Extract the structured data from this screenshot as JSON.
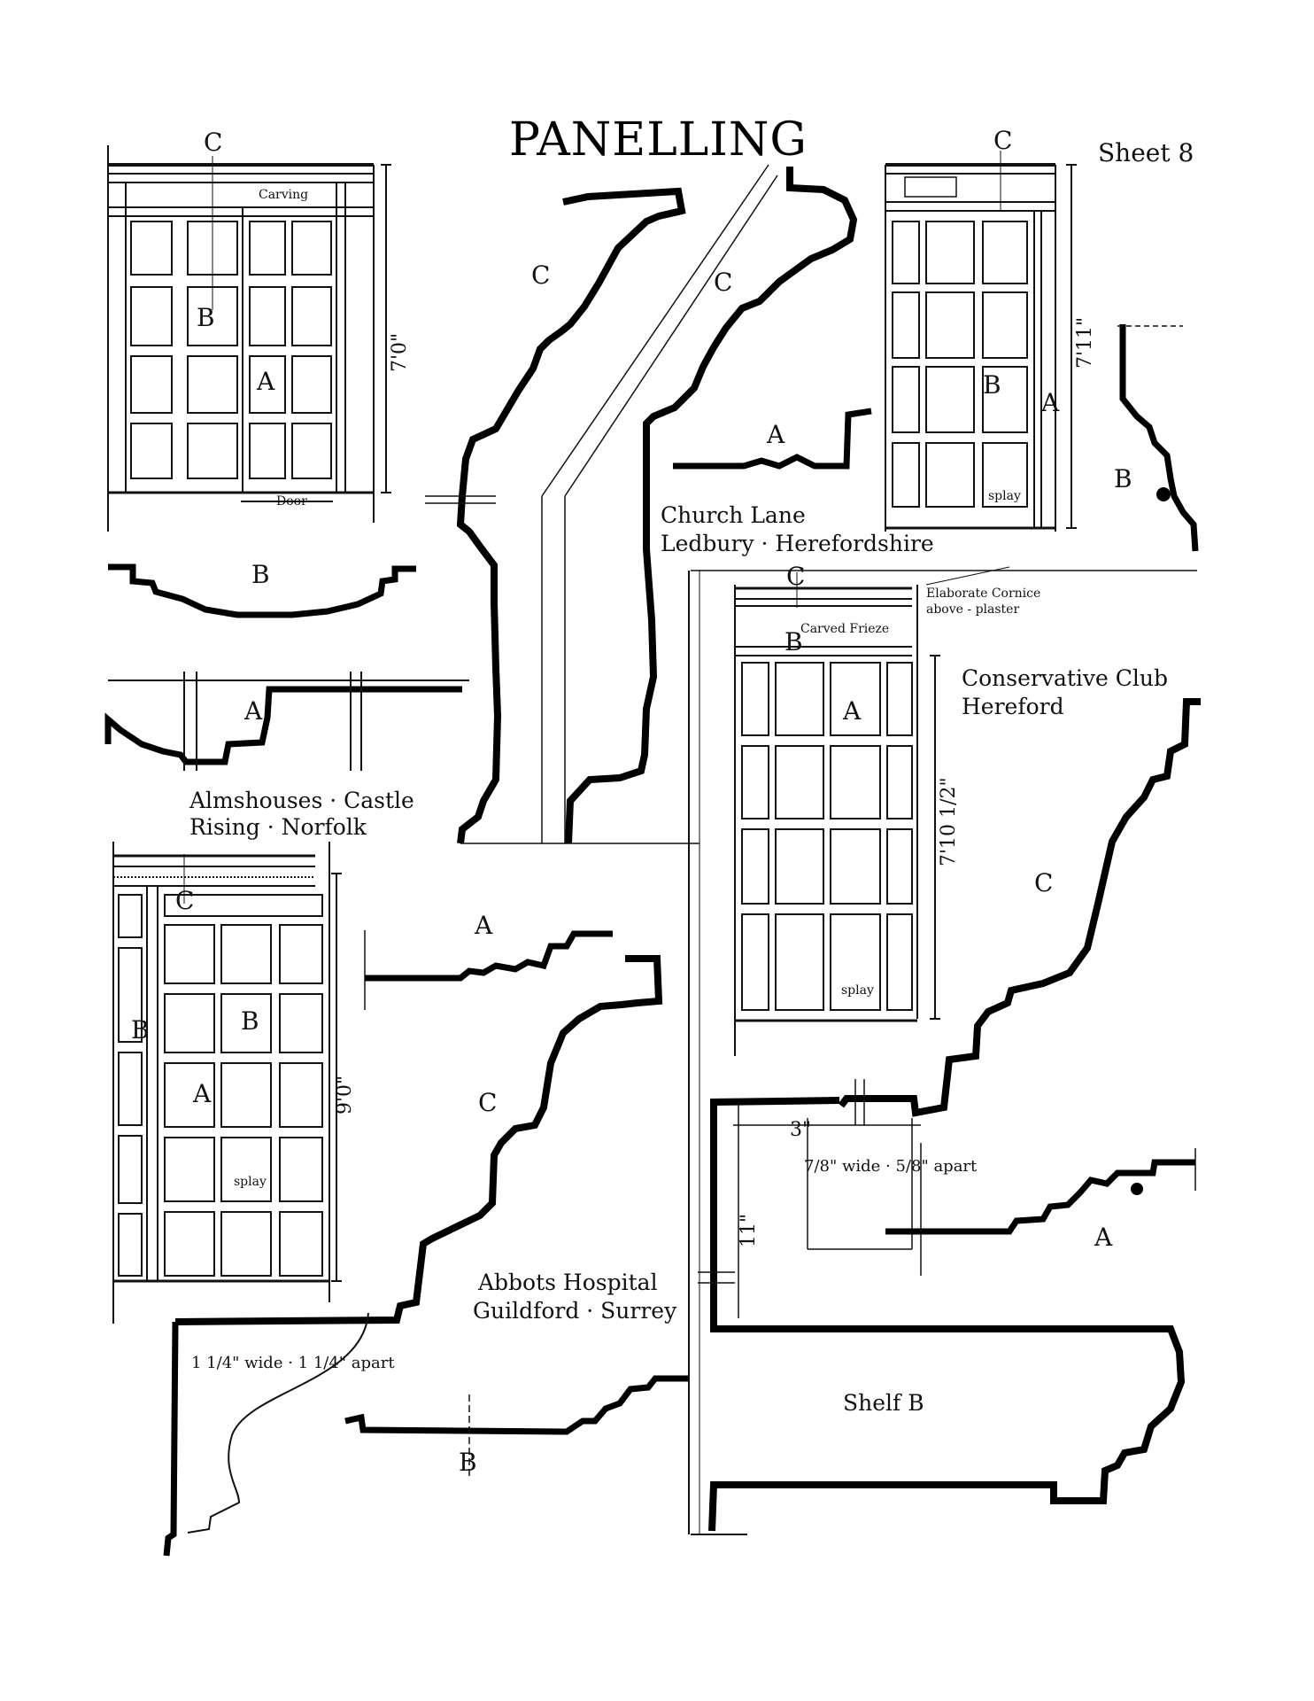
{
  "title": "PANELLING",
  "sheet": "Sheet 8",
  "locations": {
    "almshouses": [
      "Almshouses · Castle",
      "Rising · Norfolk"
    ],
    "church_lane": [
      "Church Lane",
      "Ledbury · Herefordshire"
    ],
    "conservative": [
      "Conservative Club",
      "Hereford"
    ],
    "abbots": [
      "Abbots Hospital",
      "Guildford · Surrey"
    ]
  },
  "notes": {
    "carving": "Carving",
    "door": "Door",
    "splay": "splay",
    "elaborate": [
      "Elaborate Cornice",
      "above - plaster"
    ],
    "carved_frieze": "Carved Frieze",
    "shelf": "Shelf B",
    "spacing_right": "7/8\" wide · 5/8\" apart",
    "spacing_left": "1 1/4\" wide · 1 1/4\" apart"
  },
  "dimensions": {
    "d1": "7'0\"",
    "d2": "7'11\"",
    "d3": "7'10 1/2\"",
    "d4": "9'0\"",
    "d5": "3\"",
    "d6": "11\""
  },
  "letters": {
    "a": "A",
    "b": "B",
    "c": "C"
  }
}
